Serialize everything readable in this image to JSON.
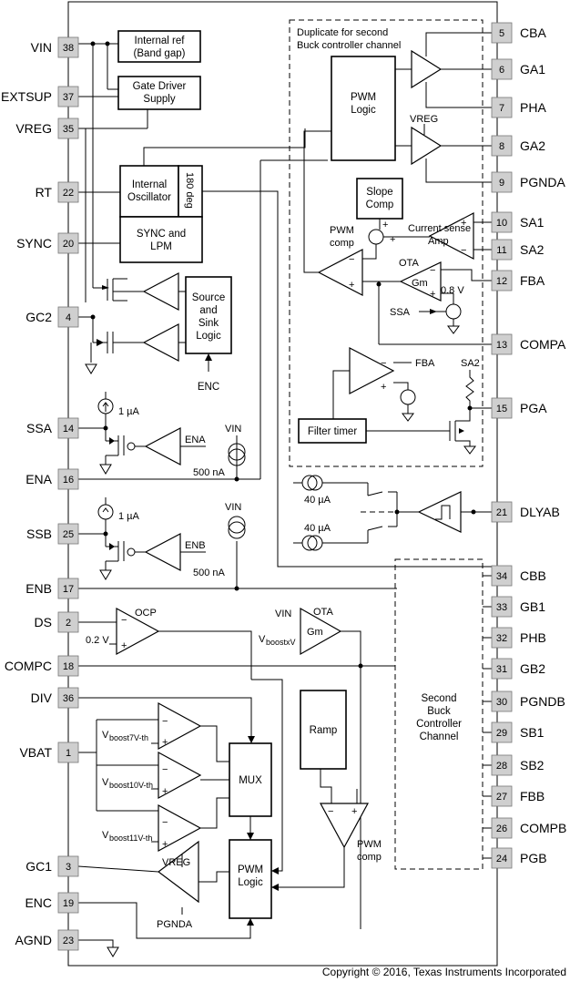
{
  "left_pins": [
    {
      "label": "VIN",
      "num": "38"
    },
    {
      "label": "EXTSUP",
      "num": "37"
    },
    {
      "label": "VREG",
      "num": "35"
    },
    {
      "label": "RT",
      "num": "22"
    },
    {
      "label": "SYNC",
      "num": "20"
    },
    {
      "label": "GC2",
      "num": "4"
    },
    {
      "label": "SSA",
      "num": "14"
    },
    {
      "label": "ENA",
      "num": "16"
    },
    {
      "label": "SSB",
      "num": "25"
    },
    {
      "label": "ENB",
      "num": "17"
    },
    {
      "label": "DS",
      "num": "2"
    },
    {
      "label": "COMPC",
      "num": "18"
    },
    {
      "label": "DIV",
      "num": "36"
    },
    {
      "label": "VBAT",
      "num": "1"
    },
    {
      "label": "GC1",
      "num": "3"
    },
    {
      "label": "ENC",
      "num": "19"
    },
    {
      "label": "AGND",
      "num": "23"
    }
  ],
  "right_pins": [
    {
      "label": "CBA",
      "num": "5"
    },
    {
      "label": "GA1",
      "num": "6"
    },
    {
      "label": "PHA",
      "num": "7"
    },
    {
      "label": "GA2",
      "num": "8"
    },
    {
      "label": "PGNDA",
      "num": "9"
    },
    {
      "label": "SA1",
      "num": "10"
    },
    {
      "label": "SA2",
      "num": "11"
    },
    {
      "label": "FBA",
      "num": "12"
    },
    {
      "label": "COMPA",
      "num": "13"
    },
    {
      "label": "PGA",
      "num": "15"
    },
    {
      "label": "DLYAB",
      "num": "21"
    },
    {
      "label": "CBB",
      "num": "34"
    },
    {
      "label": "GB1",
      "num": "33"
    },
    {
      "label": "PHB",
      "num": "32"
    },
    {
      "label": "GB2",
      "num": "31"
    },
    {
      "label": "PGNDB",
      "num": "30"
    },
    {
      "label": "SB1",
      "num": "29"
    },
    {
      "label": "SB2",
      "num": "28"
    },
    {
      "label": "FBB",
      "num": "27"
    },
    {
      "label": "COMPB",
      "num": "26"
    },
    {
      "label": "PGB",
      "num": "24"
    }
  ],
  "blocks": {
    "internal_ref": [
      "Internal ref",
      "(Band gap)"
    ],
    "gate_driver": [
      "Gate Driver",
      "Supply"
    ],
    "internal_osc": [
      "Internal",
      "Oscillator"
    ],
    "deg180": "180 deg",
    "sync_lpm": [
      "SYNC and",
      "LPM"
    ],
    "source_sink": [
      "Source",
      "and",
      "Sink",
      "Logic"
    ],
    "pwm_logic_a": [
      "PWM",
      "Logic"
    ],
    "slope_comp": [
      "Slope",
      "Comp"
    ],
    "filter_timer": "Filter timer",
    "second_buck": [
      "Second",
      "Buck",
      "Controller",
      "Channel"
    ],
    "ramp": "Ramp",
    "mux": "MUX",
    "pwm_logic_c": [
      "PWM",
      "Logic"
    ]
  },
  "labels": {
    "duplicate_note": [
      "Duplicate for second",
      "Buck controller channel"
    ],
    "vreg_a": "VREG",
    "current_sense_amp": [
      "Current sense",
      "Amp"
    ],
    "pwm_comp_a": [
      "PWM",
      "comp"
    ],
    "ota_a": "OTA",
    "gm_a": "Gm",
    "ref_08v": "0.8 V",
    "ssa_in": "SSA",
    "fba_in": "FBA",
    "sa2_in": "SA2",
    "i_40ua_1": "40 µA",
    "i_40ua_2": "40 µA",
    "i_1ua_a": "1 µA",
    "i_1ua_b": "1 µA",
    "ena_in": "ENA",
    "enb_in": "ENB",
    "vin_a": "VIN",
    "vin_b": "VIN",
    "i_500na_a": "500 nA",
    "i_500na_b": "500 nA",
    "enc_in": "ENC",
    "ocp": "OCP",
    "ref_02v": "0.2 V",
    "vin_c": "VIN",
    "ota_c": "OTA",
    "gm_c": "Gm",
    "vboost_main": "V",
    "vboost_sub": "boostxV",
    "vb7_main": "V",
    "vb7_sub": "boost7V-th",
    "vb10_main": "V",
    "vb10_sub": "boost10V-th",
    "vb11_main": "V",
    "vb11_sub": "boost11V-th",
    "vreg_c": "VREG",
    "pgnda_c": "PGNDA",
    "pwm_comp_c": [
      "PWM",
      "comp"
    ]
  },
  "copyright": "Copyright © 2016, Texas Instruments Incorporated"
}
